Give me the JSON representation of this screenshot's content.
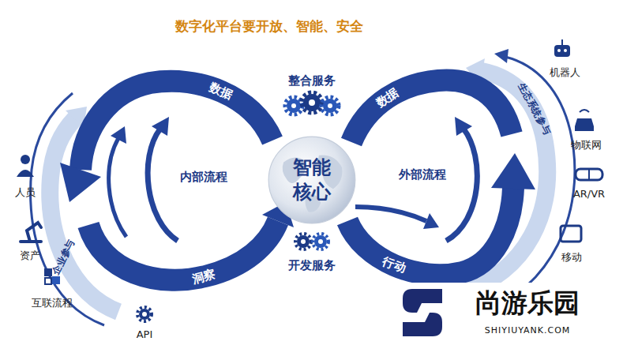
{
  "diagram": {
    "title": "数字化平台要开放、智能、安全",
    "nodes": [
      {
        "text": [
          "智能 核心"
        ]
      }
    ],
    "labels": [
      "整合服务",
      "数据",
      "内部流程",
      "洞察",
      "开发服务",
      "数据",
      "外部流程",
      "行动",
      "企业参与",
      "人员",
      "资产",
      "互联流程",
      "API",
      "生态系统参与",
      "机器人",
      "物联网",
      "AR/VR",
      "移动",
      "尚游乐园",
      "SHIYIUYANK.COM"
    ]
  }
}
